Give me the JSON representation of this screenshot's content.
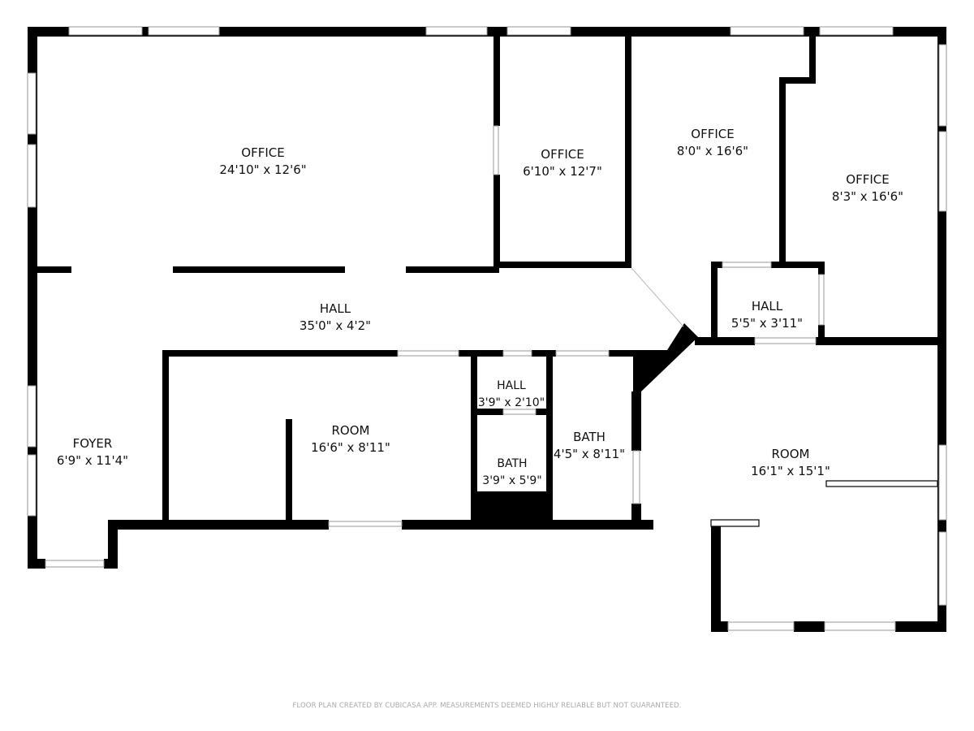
{
  "rooms": [
    {
      "name": "OFFICE",
      "dims": "24'10\" x 12'6\""
    },
    {
      "name": "OFFICE",
      "dims": "6'10\" x 12'7\""
    },
    {
      "name": "OFFICE",
      "dims": "8'0\" x 16'6\""
    },
    {
      "name": "OFFICE",
      "dims": "8'3\" x 16'6\""
    },
    {
      "name": "HALL",
      "dims": "35'0\" x 4'2\""
    },
    {
      "name": "HALL",
      "dims": "5'5\" x 3'11\""
    },
    {
      "name": "HALL",
      "dims": "3'9\" x 2'10\""
    },
    {
      "name": "ROOM",
      "dims": "16'6\" x 8'11\""
    },
    {
      "name": "BATH",
      "dims": "3'9\" x 5'9\""
    },
    {
      "name": "BATH",
      "dims": "4'5\" x 8'11\""
    },
    {
      "name": "FOYER",
      "dims": "6'9\" x 11'4\""
    },
    {
      "name": "ROOM",
      "dims": "16'1\" x 15'1\""
    }
  ],
  "footer": "FLOOR PLAN CREATED BY CUBICASA APP. MEASUREMENTS DEEMED HIGHLY RELIABLE BUT NOT GUARANTEED.",
  "colors": {
    "wall": "#000000",
    "window": "#ffffff",
    "footer": "#aaaaaa"
  }
}
